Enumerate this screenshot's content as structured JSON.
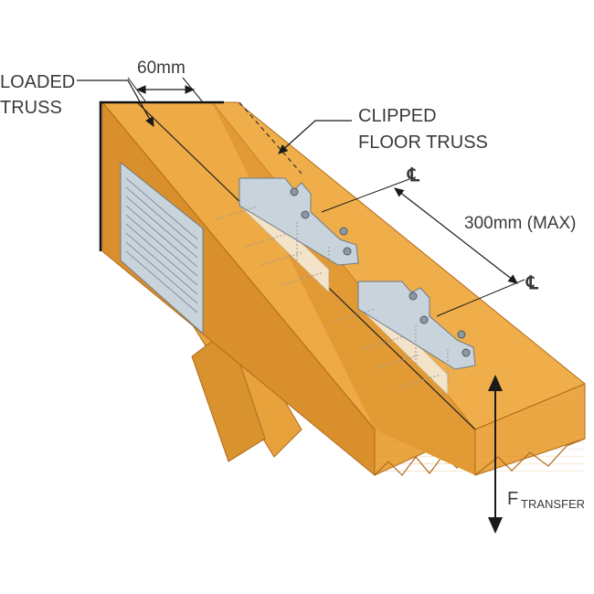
{
  "labels": {
    "loaded_truss_line1": "LOADED",
    "loaded_truss_line2": "TRUSS",
    "gap_dimension": "60mm",
    "clipped_line1": "CLIPPED",
    "clipped_line2": "FLOOR TRUSS",
    "centerline_symbol": "℄",
    "spacing_dimension": "300mm (MAX)",
    "force_main": "F",
    "force_subscript": "TRANSFER"
  },
  "colors": {
    "wood": "#e8a23c",
    "wood_dark": "#c97f22",
    "wood_edge": "#b06a1c",
    "plate": "#c9d3dc",
    "plate_edge": "#7d8a96",
    "text": "#3a3a3a",
    "line": "#1a1a1a"
  },
  "icons": [
    "dimension-arrow-icon",
    "centerline-icon",
    "force-arrow-icon",
    "nail-plate-icon",
    "bolt-icon"
  ]
}
